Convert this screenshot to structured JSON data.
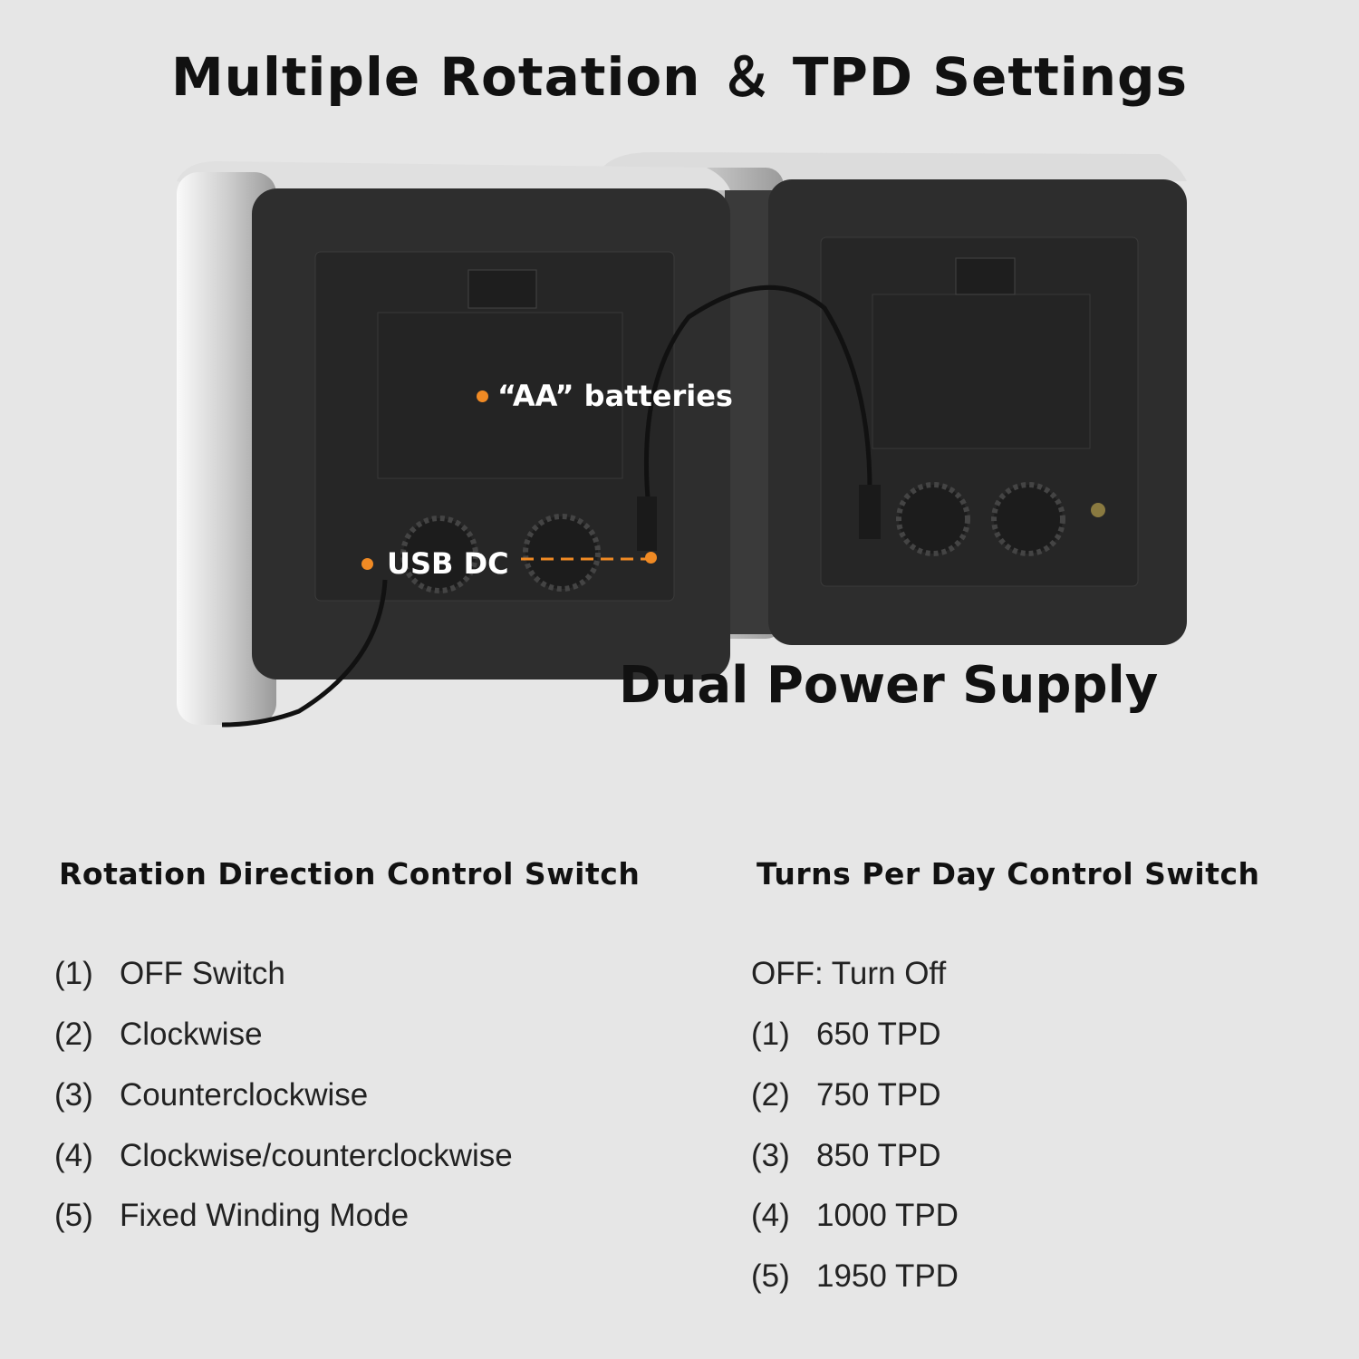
{
  "title": "Multiple Rotation ＆ TPD Settings",
  "callouts": {
    "batteries": "“AA” batteries",
    "usb": "USB DC",
    "dual": "Dual Power Supply"
  },
  "rotation": {
    "heading": "Rotation Direction Control Switch",
    "items": [
      {
        "num": "(1)",
        "label": "OFF Switch"
      },
      {
        "num": "(2)",
        "label": "Clockwise"
      },
      {
        "num": "(3)",
        "label": "Counterclockwise"
      },
      {
        "num": "(4)",
        "label": "Clockwise/counterclockwise"
      },
      {
        "num": "(5)",
        "label": "Fixed Winding Mode"
      }
    ]
  },
  "tpd": {
    "heading": "Turns Per Day Control Switch",
    "off": "OFF: Turn Off",
    "items": [
      {
        "num": "(1)",
        "label": "650 TPD"
      },
      {
        "num": "(2)",
        "label": "750 TPD"
      },
      {
        "num": "(3)",
        "label": "850 TPD"
      },
      {
        "num": "(4)",
        "label": "1000 TPD"
      },
      {
        "num": "(5)",
        "label": "1950 TPD"
      }
    ]
  },
  "colors": {
    "accent": "#f08a24",
    "panel": "#2e2e2e"
  }
}
